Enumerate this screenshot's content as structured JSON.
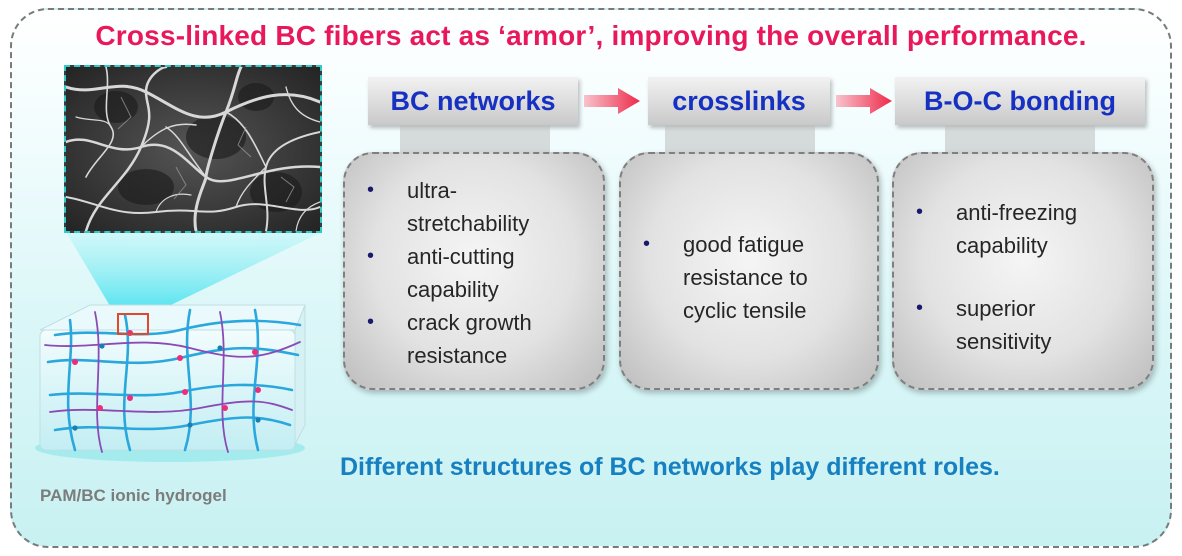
{
  "title": "Cross-linked BC fibers act as ‘armor’, improving the overall performance.",
  "hydrogel_label": "PAM/BC ionic hydrogel",
  "headers": [
    "BC networks",
    "crosslinks",
    "B-O-C bonding"
  ],
  "panels": [
    {
      "bullets": [
        "ultra-stretchability",
        "anti-cutting capability",
        "crack growth resistance"
      ]
    },
    {
      "bullets": [
        "good fatigue resistance to cyclic tensile"
      ]
    },
    {
      "bullets": [
        "anti-freezing capability",
        "superior sensitivity"
      ]
    }
  ],
  "footer": "Different structures of BC networks play different roles.",
  "colors": {
    "title": "#e8185a",
    "header_text": "#1630c2",
    "footer_text": "#1680c0",
    "arrow": "#ee2a4a",
    "fiber_blue": "#2aa7dd",
    "fiber_purple": "#8a4bb5",
    "crosslink_pink": "#ef2c7a"
  }
}
